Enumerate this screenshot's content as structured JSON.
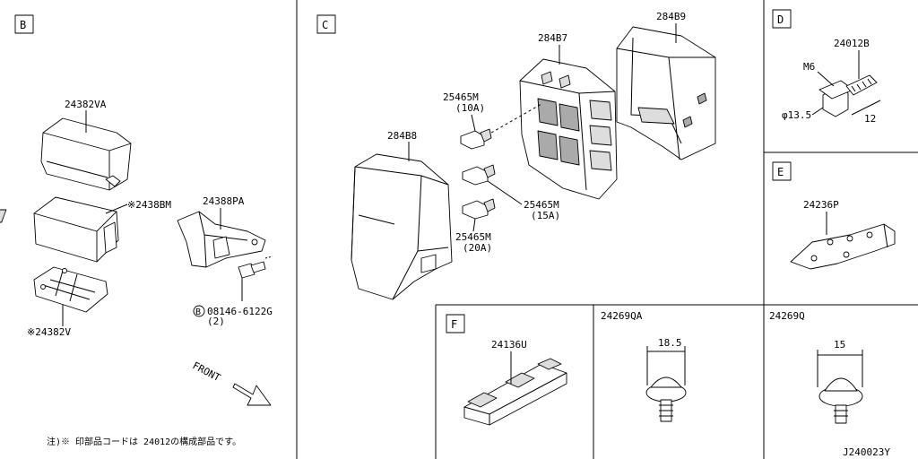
{
  "sections": {
    "B": {
      "tag": "B"
    },
    "C": {
      "tag": "C"
    },
    "D": {
      "tag": "D"
    },
    "E": {
      "tag": "E"
    },
    "F": {
      "tag": "F"
    }
  },
  "labels": {
    "p24382VA": "24382VA",
    "p24388M": "※2438BM",
    "p24388PA": "24388PA",
    "p24382V": "※24382V",
    "bolt_code": "08146-6122G",
    "bolt_qty": "(2)",
    "bolt_circle": "B",
    "front": "FRONT",
    "note": "注)※ 印部品コードは 24012の構成部品です。",
    "p284B9": "284B9",
    "p284B7": "284B7",
    "p284B8": "284B8",
    "f25465M_10_code": "25465M",
    "f25465M_10_amp": "(10A)",
    "f25465M_15_code": "25465M",
    "f25465M_15_amp": "(15A)",
    "f25465M_20_code": "25465M",
    "f25465M_20_amp": "(20A)",
    "p24012B": "24012B",
    "m6": "M6",
    "dia135": "φ13.5",
    "len12": "12",
    "p24236P": "24236P",
    "p24136U": "24136U",
    "p24269QA": "24269QA",
    "dim185": "18.5",
    "p24269Q": "24269Q",
    "dim15": "15",
    "diagram_id": "J240023Y"
  }
}
